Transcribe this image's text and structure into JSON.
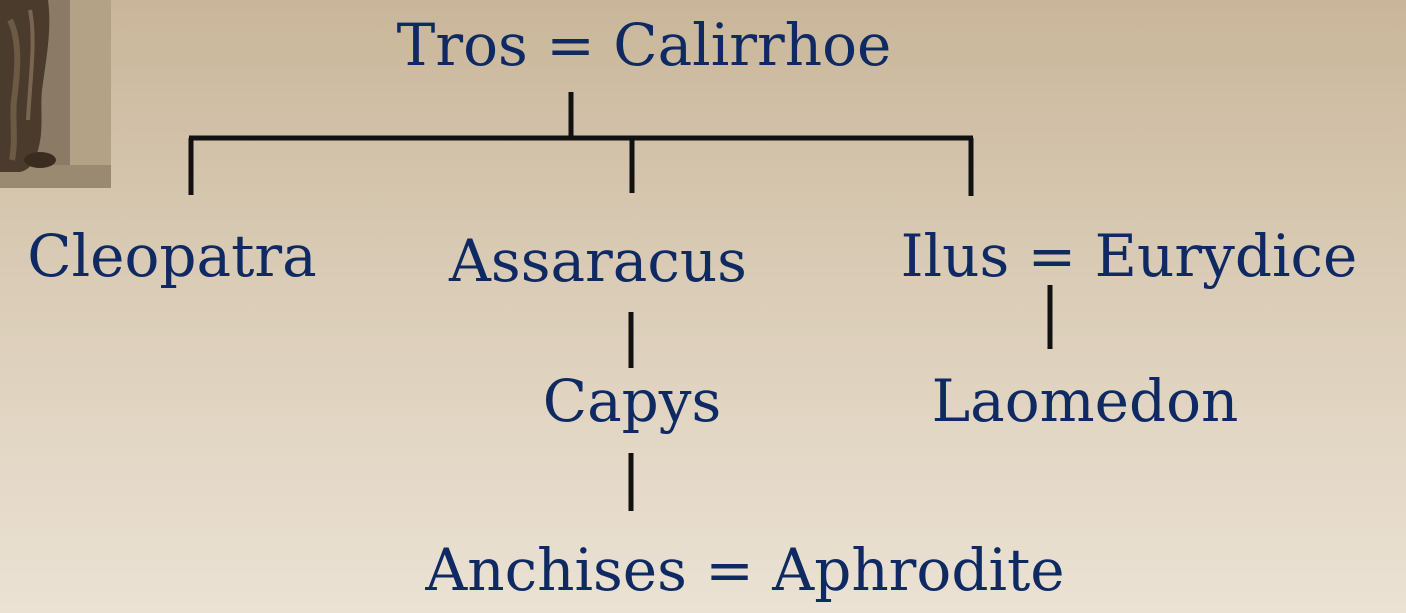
{
  "tree": {
    "root": "Tros = Calirrhoe",
    "children": {
      "cleopatra": "Cleopatra",
      "assaracus": "Assaracus",
      "ilus": "Ilus = Eurydice"
    },
    "capys": "Capys",
    "laomedon": "Laomedon",
    "anchises": "Anchises = Aphrodite"
  },
  "colors": {
    "text": "#0f2a63",
    "lines": "#111111"
  }
}
